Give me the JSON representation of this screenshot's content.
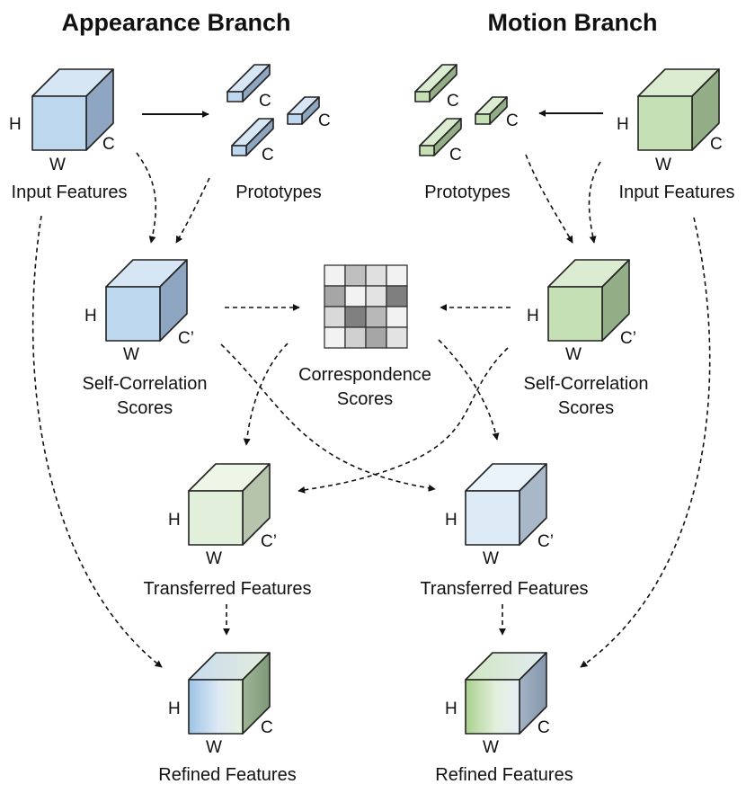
{
  "titles": {
    "appearance": "Appearance Branch",
    "motion": "Motion Branch"
  },
  "captions": {
    "input_features": "Input Features",
    "prototypes": "Prototypes",
    "self_correlation_line1": "Self-Correlation",
    "self_correlation_line2": "Scores",
    "correspondence_line1": "Correspondence",
    "correspondence_line2": "Scores",
    "transferred_features": "Transferred Features",
    "refined_features": "Refined Features"
  },
  "dims": {
    "h": "H",
    "w": "W",
    "c": "C",
    "c_prime": "C’"
  },
  "colors": {
    "appearance_front": "#bdd7ee",
    "appearance_top": "#d6e6f5",
    "appearance_side": "#8fa6c2",
    "motion_front": "#c5e0b4",
    "motion_top": "#dcecd0",
    "motion_side": "#93ae86",
    "light_green_front": "#e2efda",
    "light_green_top": "#eef6e8",
    "light_green_side": "#b5c4aa",
    "light_blue_front": "#ddebf7",
    "light_blue_top": "#eaf2fa",
    "light_blue_side": "#a9b8c8"
  },
  "grid_cells": [
    [
      "#f2f2f2",
      "#bfbfbf",
      "#e0e0e0",
      "#f2f2f2"
    ],
    [
      "#a6a6a6",
      "#f2f2f2",
      "#e3e3e3",
      "#7f7f7f"
    ],
    [
      "#d9d9d9",
      "#808080",
      "#b8b8b8",
      "#f2f2f2"
    ],
    [
      "#f2f2f2",
      "#d0d0d0",
      "#a6a6a6",
      "#e3e3e3"
    ]
  ]
}
